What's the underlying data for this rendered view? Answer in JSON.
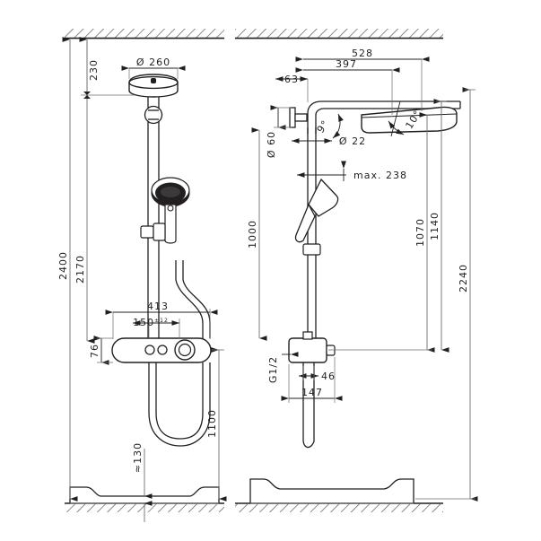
{
  "drawing": {
    "type": "technical-dimension-drawing",
    "subject": "Shower system / showerpipe with overhead shower, hand shower and thermostatic mixer",
    "views": [
      "front-elevation",
      "side-elevation"
    ],
    "units": "mm",
    "background_color": "#ffffff",
    "line_color": "#231f20",
    "dim_line_color": "#6d6e71"
  },
  "left_view": {
    "name": "front-elevation",
    "dimensions": {
      "ceiling_to_head": "230",
      "head_diameter": "Ø 260",
      "total_height": "2400",
      "height_2170": "2170",
      "mixer_offset": "413",
      "mixer_center": "150",
      "mixer_center_tol": "±12",
      "mixer_body_height": "76",
      "floor_to_mixer": "1100",
      "tray_height": "≈130"
    }
  },
  "right_view": {
    "name": "side-elevation",
    "dimensions": {
      "arm_reach": "528",
      "arm_reach_inner": "397",
      "wall_offset": "63",
      "arm_angle": "9°",
      "head_angle": "10°",
      "wall_connector_dia": "Ø 60",
      "pipe_dia": "Ø 22",
      "hand_shower_max": "max. 238",
      "slider_travel": "1000",
      "height_1070": "1070",
      "height_1140": "1140",
      "total_height": "2240",
      "thread": "G1/2",
      "mixer_depth": "46",
      "mixer_width": "147"
    }
  }
}
